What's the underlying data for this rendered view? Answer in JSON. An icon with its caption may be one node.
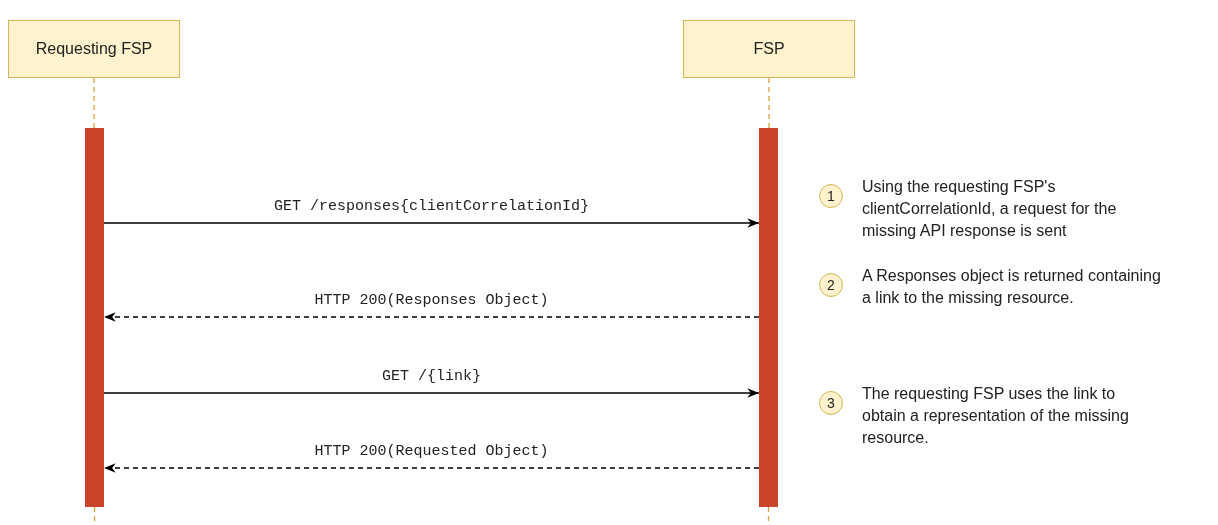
{
  "diagram": {
    "nodes": [
      {
        "text": [
          "Requesting FSP"
        ]
      },
      {
        "text": [
          "FSP"
        ]
      },
      {
        "text": [],
        "shape": "bar"
      },
      {
        "text": [],
        "shape": "bar"
      },
      {
        "text": [
          "1"
        ],
        "beside": [
          "Using the requesting FSP's clientCorrelationId, a request for the missing API response is sent"
        ]
      },
      {
        "text": [
          "2"
        ],
        "beside": [
          "A Responses object is returned containing a link to the missing resource."
        ]
      },
      {
        "text": [
          "3"
        ],
        "beside": [
          "The requesting FSP uses the link to obtain a representation of the missing resource."
        ]
      }
    ],
    "edges": [
      {
        "from": 0,
        "to": 2,
        "arrow": "none",
        "style": "dashed",
        "color": "#e0a040"
      },
      {
        "from": 1,
        "to": 3,
        "arrow": "none",
        "style": "dashed",
        "color": "#e0a040"
      },
      {
        "from": 2,
        "to": 3,
        "arrow": "to",
        "color": "#000000",
        "label": "GET /responses{clientCorrelationId}"
      },
      {
        "from": 3,
        "to": 2,
        "arrow": "to",
        "style": "dashed",
        "color": "#000000",
        "label": "HTTP 200(Responses Object)"
      },
      {
        "from": 2,
        "to": 3,
        "arrow": "to",
        "color": "#000000",
        "label": "GET /{link}"
      },
      {
        "from": 3,
        "to": 2,
        "arrow": "to",
        "style": "dashed",
        "color": "#000000",
        "label": "HTTP 200(Requested Object)"
      },
      {
        "from": 2,
        "to": null,
        "arrow": "none",
        "style": "dashed",
        "color": "#e0a040"
      },
      {
        "from": 3,
        "to": null,
        "arrow": "none",
        "style": "dashed",
        "color": "#e0a040"
      }
    ]
  }
}
